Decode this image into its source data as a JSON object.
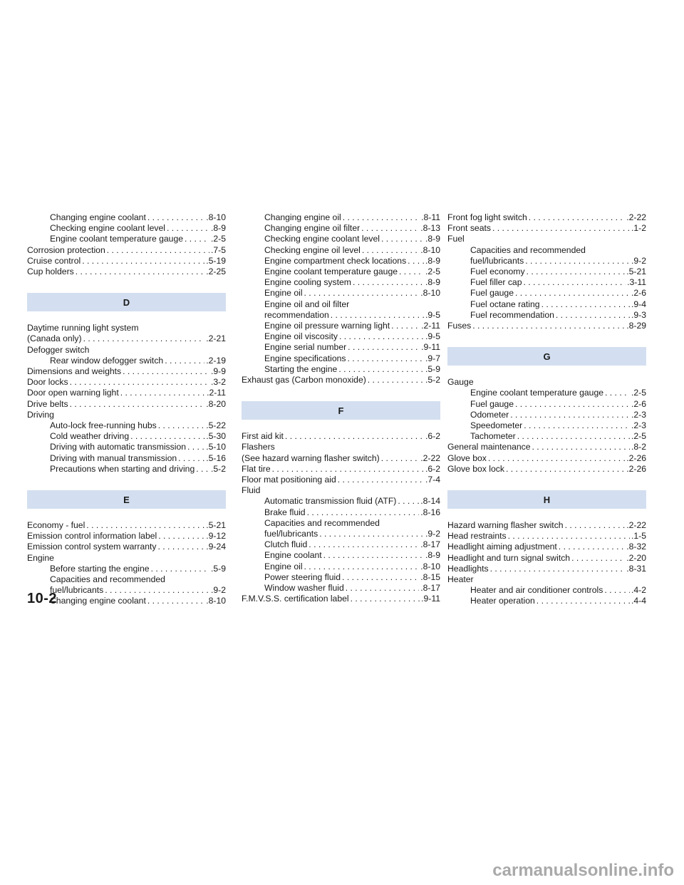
{
  "columns": [
    {
      "entries": [
        {
          "level": 1,
          "text": "Changing engine coolant",
          "page": ".8-10"
        },
        {
          "level": 1,
          "text": "Checking engine coolant level",
          "page": ".8-9"
        },
        {
          "level": 1,
          "text": "Engine coolant temperature gauge",
          "page": ".2-5"
        },
        {
          "level": 0,
          "text": "Corrosion protection",
          "page": ".7-5"
        },
        {
          "level": 0,
          "text": "Cruise control",
          "page": ".5-19"
        },
        {
          "level": 0,
          "text": "Cup holders",
          "page": ".2-25"
        }
      ]
    },
    {
      "section": "D",
      "entries": [
        {
          "level": 0,
          "text": "Daytime running light system",
          "page": ""
        },
        {
          "level": 0,
          "text": "(Canada only)",
          "page": ".2-21"
        },
        {
          "level": 0,
          "text": "Defogger switch",
          "page": ""
        },
        {
          "level": 1,
          "text": "Rear window defogger switch",
          "page": ".2-19"
        },
        {
          "level": 0,
          "text": "Dimensions and weights",
          "page": ".9-9"
        },
        {
          "level": 0,
          "text": "Door locks",
          "page": ".3-2"
        },
        {
          "level": 0,
          "text": "Door open warning light",
          "page": ".2-11"
        },
        {
          "level": 0,
          "text": "Drive belts",
          "page": ".8-20"
        },
        {
          "level": 0,
          "text": "Driving",
          "page": ""
        },
        {
          "level": 1,
          "text": "Auto-lock free-running hubs",
          "page": ".5-22"
        },
        {
          "level": 1,
          "text": "Cold weather driving",
          "page": ".5-30"
        },
        {
          "level": 1,
          "text": "Driving with automatic transmission",
          "page": ".5-10"
        },
        {
          "level": 1,
          "text": "Driving with manual transmission",
          "page": ".5-16"
        },
        {
          "level": 1,
          "text": "Precautions when starting and driving",
          "page": ".5-2"
        }
      ]
    },
    {
      "section": "E",
      "entries": [
        {
          "level": 0,
          "text": "Economy - fuel",
          "page": ".5-21"
        },
        {
          "level": 0,
          "text": "Emission control information label",
          "page": ".9-12"
        },
        {
          "level": 0,
          "text": "Emission control system warranty",
          "page": ".9-24"
        },
        {
          "level": 0,
          "text": "Engine",
          "page": ""
        },
        {
          "level": 1,
          "text": "Before starting the engine",
          "page": ".5-9"
        },
        {
          "level": 1,
          "text": "Capacities and recommended",
          "page": ""
        },
        {
          "level": 1,
          "text": "fuel/lubricants",
          "page": ".9-2"
        },
        {
          "level": 1,
          "text": "Changing engine coolant",
          "page": ".8-10"
        }
      ]
    },
    {
      "entries": [
        {
          "level": 1,
          "text": "Changing engine oil",
          "page": ".8-11"
        },
        {
          "level": 1,
          "text": "Changing engine oil filter",
          "page": ".8-13"
        },
        {
          "level": 1,
          "text": "Checking engine coolant level",
          "page": ".8-9"
        },
        {
          "level": 1,
          "text": "Checking engine oil level",
          "page": ".8-10"
        },
        {
          "level": 1,
          "text": "Engine compartment check locations",
          "page": ".8-9"
        },
        {
          "level": 1,
          "text": "Engine coolant temperature gauge",
          "page": ".2-5"
        },
        {
          "level": 1,
          "text": "Engine cooling system",
          "page": ".8-9"
        },
        {
          "level": 1,
          "text": "Engine oil",
          "page": ".8-10"
        },
        {
          "level": 1,
          "text": "Engine oil and oil filter",
          "page": ""
        },
        {
          "level": 1,
          "text": "recommendation",
          "page": ".9-5"
        },
        {
          "level": 1,
          "text": "Engine oil pressure warning light",
          "page": ".2-11"
        },
        {
          "level": 1,
          "text": "Engine oil viscosity",
          "page": ".9-5"
        },
        {
          "level": 1,
          "text": "Engine serial number",
          "page": ".9-11"
        },
        {
          "level": 1,
          "text": "Engine specifications",
          "page": ".9-7"
        },
        {
          "level": 1,
          "text": "Starting the engine",
          "page": ".5-9"
        },
        {
          "level": 0,
          "text": "Exhaust gas (Carbon monoxide)",
          "page": ".5-2"
        }
      ]
    },
    {
      "section": "F",
      "entries": [
        {
          "level": 0,
          "text": "First aid kit",
          "page": ".6-2"
        },
        {
          "level": 0,
          "text": "Flashers",
          "page": ""
        },
        {
          "level": 0,
          "text": "(See hazard warning flasher switch)",
          "page": ".2-22"
        },
        {
          "level": 0,
          "text": "Flat tire",
          "page": ".6-2"
        },
        {
          "level": 0,
          "text": "Floor mat positioning aid",
          "page": ".7-4"
        },
        {
          "level": 0,
          "text": "Fluid",
          "page": ""
        },
        {
          "level": 1,
          "text": "Automatic transmission fluid (ATF)",
          "page": ".8-14"
        },
        {
          "level": 1,
          "text": "Brake fluid",
          "page": ".8-16"
        },
        {
          "level": 1,
          "text": "Capacities and recommended",
          "page": ""
        },
        {
          "level": 1,
          "text": "fuel/lubricants",
          "page": ".9-2"
        },
        {
          "level": 1,
          "text": "Clutch fluid",
          "page": ".8-17"
        },
        {
          "level": 1,
          "text": "Engine coolant",
          "page": ".8-9"
        },
        {
          "level": 1,
          "text": "Engine oil",
          "page": ".8-10"
        },
        {
          "level": 1,
          "text": "Power steering fluid",
          "page": ".8-15"
        },
        {
          "level": 1,
          "text": "Window washer fluid",
          "page": ".8-17"
        },
        {
          "level": 0,
          "text": "F.M.V.S.S. certification label",
          "page": ".9-11"
        }
      ]
    },
    {
      "entries": [
        {
          "level": 0,
          "text": "Front fog light switch",
          "page": ".2-22"
        },
        {
          "level": 0,
          "text": "Front seats",
          "page": ".1-2"
        },
        {
          "level": 0,
          "text": "Fuel",
          "page": ""
        },
        {
          "level": 1,
          "text": "Capacities and recommended",
          "page": ""
        },
        {
          "level": 1,
          "text": "fuel/lubricants",
          "page": ".9-2"
        },
        {
          "level": 1,
          "text": "Fuel economy",
          "page": ".5-21"
        },
        {
          "level": 1,
          "text": "Fuel filler cap",
          "page": ".3-11"
        },
        {
          "level": 1,
          "text": "Fuel gauge",
          "page": ".2-6"
        },
        {
          "level": 1,
          "text": "Fuel octane rating",
          "page": ".9-4"
        },
        {
          "level": 1,
          "text": "Fuel recommendation",
          "page": ".9-3"
        },
        {
          "level": 0,
          "text": "Fuses",
          "page": ".8-29"
        }
      ]
    },
    {
      "section": "G",
      "entries": [
        {
          "level": 0,
          "text": "Gauge",
          "page": ""
        },
        {
          "level": 1,
          "text": "Engine coolant temperature gauge",
          "page": ".2-5"
        },
        {
          "level": 1,
          "text": "Fuel gauge",
          "page": ".2-6"
        },
        {
          "level": 1,
          "text": "Odometer",
          "page": ".2-3"
        },
        {
          "level": 1,
          "text": "Speedometer",
          "page": ".2-3"
        },
        {
          "level": 1,
          "text": "Tachometer",
          "page": ".2-5"
        },
        {
          "level": 0,
          "text": "General maintenance",
          "page": ".8-2"
        },
        {
          "level": 0,
          "text": "Glove box",
          "page": ".2-26"
        },
        {
          "level": 0,
          "text": "Glove box lock",
          "page": ".2-26"
        }
      ]
    },
    {
      "section": "H",
      "entries": [
        {
          "level": 0,
          "text": "Hazard warning flasher switch",
          "page": ".2-22"
        },
        {
          "level": 0,
          "text": "Head restraints",
          "page": ".1-5"
        },
        {
          "level": 0,
          "text": "Headlight aiming adjustment",
          "page": ".8-32"
        },
        {
          "level": 0,
          "text": "Headlight and turn signal switch",
          "page": ".2-20"
        },
        {
          "level": 0,
          "text": "Headlights",
          "page": ".8-31"
        },
        {
          "level": 0,
          "text": "Heater",
          "page": ""
        },
        {
          "level": 1,
          "text": "Heater and air conditioner controls",
          "page": ".4-2"
        },
        {
          "level": 1,
          "text": "Heater operation",
          "page": ".4-4"
        }
      ]
    }
  ],
  "footer": {
    "page_number": "10-2"
  },
  "watermark": "carmanualsonline.info"
}
